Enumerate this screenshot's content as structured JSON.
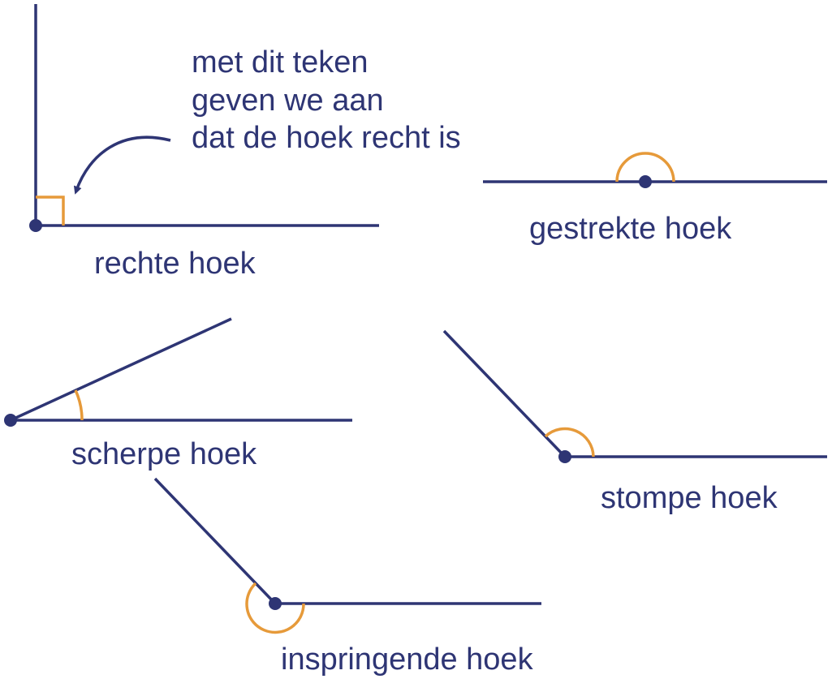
{
  "note": {
    "lines": [
      "met dit teken",
      "geven we aan",
      "dat de hoek recht is"
    ]
  },
  "angles": {
    "right": {
      "label": "rechte hoek"
    },
    "straight": {
      "label": "gestrekte hoek"
    },
    "acute": {
      "label": "scherpe hoek"
    },
    "obtuse": {
      "label": "stompe hoek"
    },
    "reflex": {
      "label": "inspringende hoek"
    }
  },
  "colors": {
    "line": "#2e3574",
    "arc": "#e69a3a",
    "text": "#2e3574"
  }
}
